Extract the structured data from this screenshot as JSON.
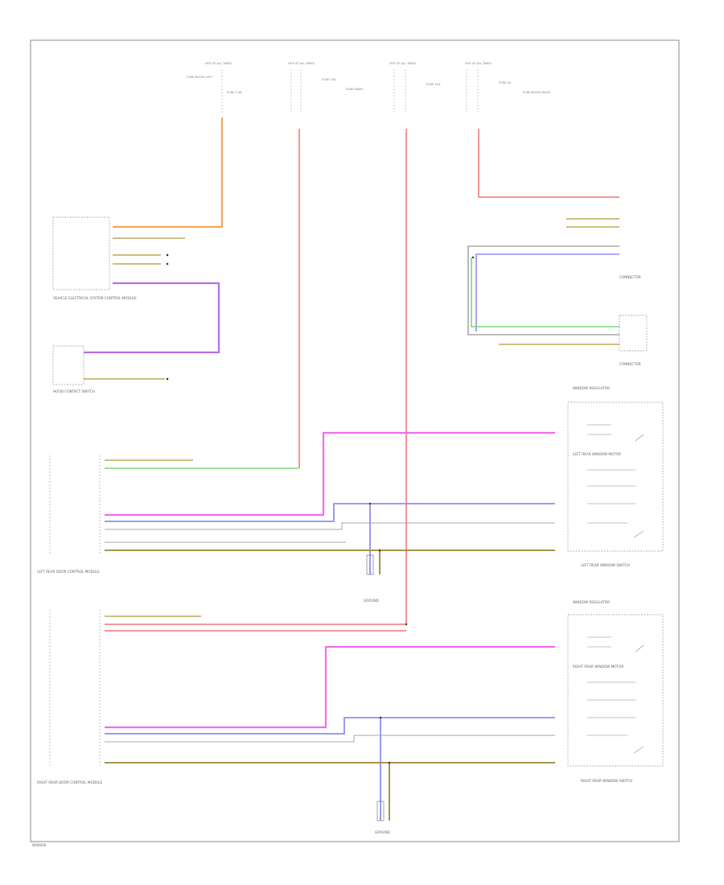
{
  "colors": {
    "orange": "#f2a65a",
    "red": "#f28a8a",
    "green": "#7ad97a",
    "blue": "#8f8ff2",
    "purple": "#b46ee6",
    "magenta": "#f06ef0",
    "gray": "#a8a8a8",
    "tan": "#c8b46e",
    "tan_dark": "#a89450",
    "frame": "#888888"
  },
  "fuse_blocks": [
    {
      "top": "HOT AT ALL TIMES",
      "fuse": "FUSE 7.5A",
      "note": "FUSE BLOCK LEFT"
    },
    {
      "top": "HOT AT ALL TIMES",
      "fuse": "FUSE 10A",
      "note": "FUSE PANEL"
    },
    {
      "top": "HOT AT ALL TIMES",
      "fuse": "FUSE 10A",
      "note": "FUSE PANEL"
    },
    {
      "top": "HOT AT ALL TIMES",
      "fuse": "FUSE 5A",
      "note": "FUSE BLOCK RIGHT"
    }
  ],
  "components": {
    "left_module": "VEHICLE ELECTRICAL SYSTEM CONTROL MODULE",
    "hood_switch": "HOOD CONTACT SWITCH",
    "left_rear_module": "LEFT REAR DOOR CONTROL MODULE",
    "right_rear_module": "RIGHT REAR DOOR CONTROL MODULE",
    "left_rear_switch": "LEFT REAR WINDOW SWITCH",
    "right_rear_switch": "RIGHT REAR WINDOW SWITCH",
    "left_rear_motor": "LEFT REAR WINDOW MOTOR",
    "right_rear_motor": "RIGHT REAR WINDOW MOTOR",
    "ground_1": "GROUND",
    "ground_2": "GROUND",
    "window_regulator_left": "WINDOW REGULATOR",
    "window_regulator_right": "WINDOW REGULATOR",
    "connector_a": "CONNECTOR",
    "connector_b": "CONNECTOR"
  },
  "footer": {
    "code": "W00000"
  }
}
